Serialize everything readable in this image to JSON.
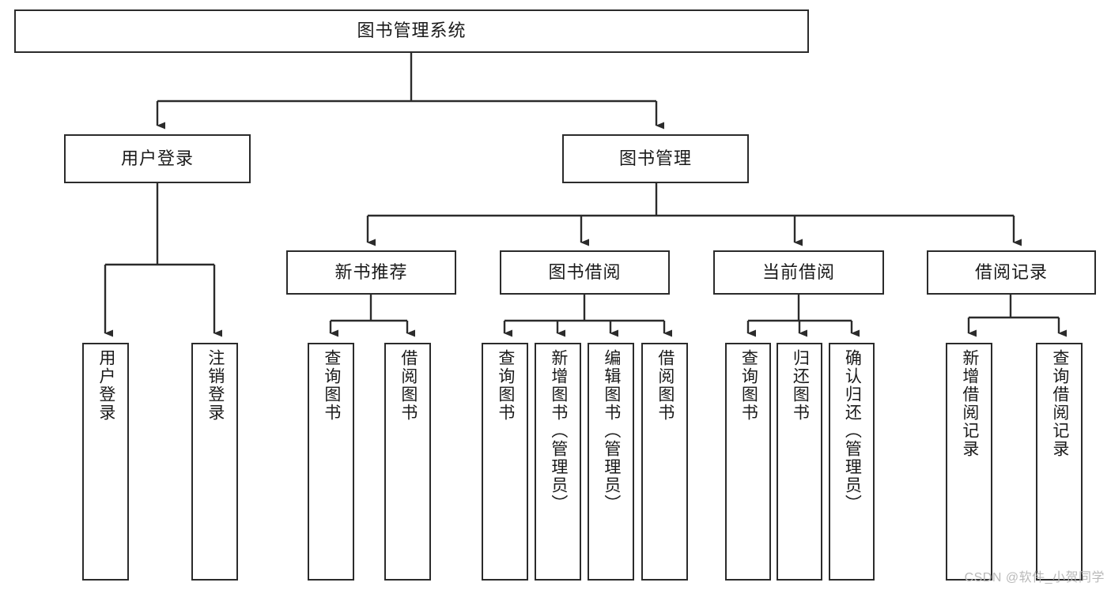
{
  "diagram": {
    "type": "tree-hierarchy-chart",
    "title": "图书管理系统",
    "watermark": "CSDN @软件_小贺同学",
    "colors": {
      "stroke": "#2b2b2b",
      "fill": "#ffffff",
      "text": "#1a1a1a",
      "watermark": "#b9b9b9"
    },
    "levels": {
      "root": {
        "label": "图书管理系统"
      },
      "level2": [
        {
          "label": "用户登录"
        },
        {
          "label": "图书管理"
        }
      ],
      "level3": [
        {
          "label": "新书推荐"
        },
        {
          "label": "图书借阅"
        },
        {
          "label": "当前借阅"
        },
        {
          "label": "借阅记录"
        }
      ],
      "leaves": {
        "user_login": [
          {
            "label": "用户登录"
          },
          {
            "label": "注销登录"
          }
        ],
        "new_book_recommend": [
          {
            "label": "查询图书"
          },
          {
            "label": "借阅图书"
          }
        ],
        "book_borrow": [
          {
            "label": "查询图书"
          },
          {
            "label": "新增图书（管理员）"
          },
          {
            "label": "编辑图书（管理员）"
          },
          {
            "label": "借阅图书"
          }
        ],
        "current_borrow": [
          {
            "label": "查询图书"
          },
          {
            "label": "归还图书"
          },
          {
            "label": "确认归还（管理员）"
          }
        ],
        "borrow_record": [
          {
            "label": "新增借阅记录"
          },
          {
            "label": "查询借阅记录"
          }
        ]
      }
    }
  }
}
